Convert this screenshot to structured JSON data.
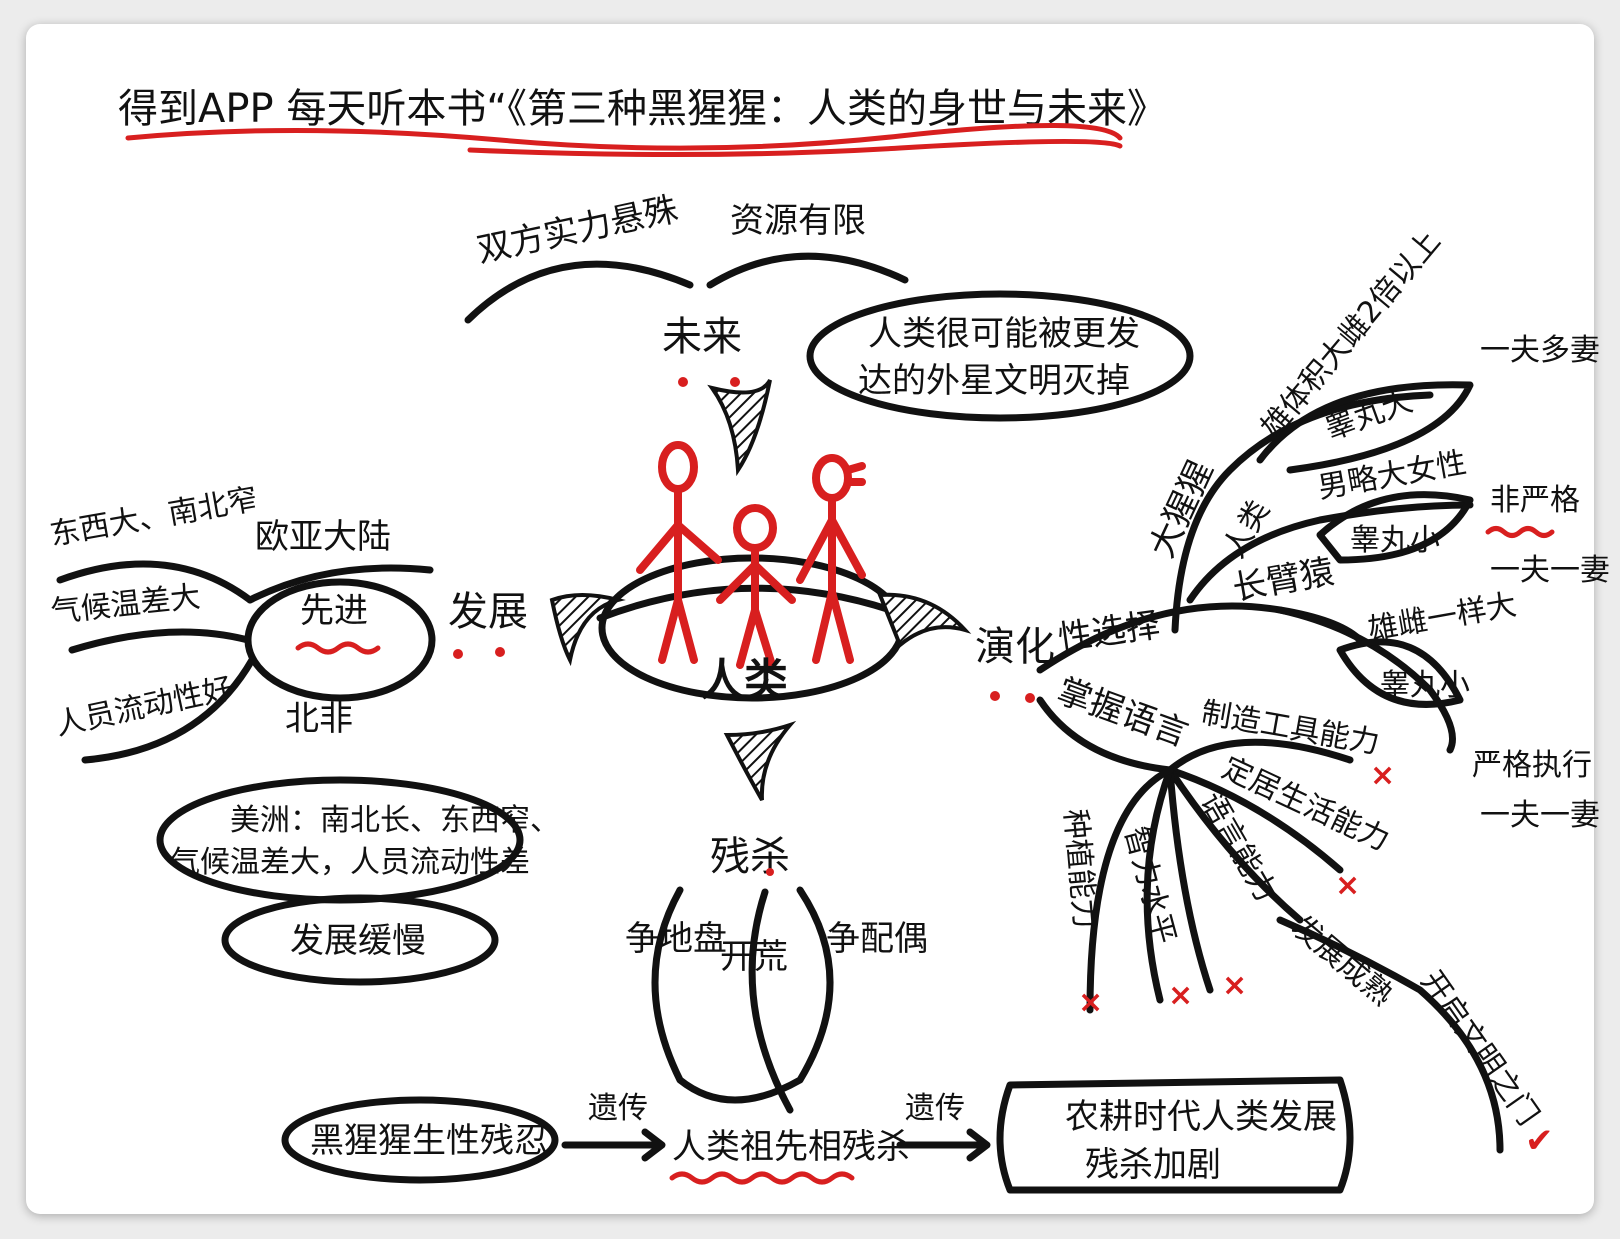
{
  "title": "得到APP 每天听本书“《第三种黑猩猩：人类的身世与未来》",
  "center": "人类",
  "branches": {
    "future": {
      "label": "未来",
      "items": [
        "双方实力悬殊",
        "资源有限"
      ],
      "note": "人类很可能被更发达的外星文明灭掉"
    },
    "development": {
      "label": "发展",
      "advanced": "先进",
      "regions": [
        "欧亚大陆",
        "北非"
      ],
      "reasons": [
        "东西大、南北窄",
        "气候温差大",
        "人员流动性好"
      ],
      "americas": "美洲：南北长、东西窄、气候温差大，人员流动性差",
      "slow": "发展缓慢"
    },
    "killing": {
      "label": "残杀",
      "items": [
        "争地盘",
        "开荒",
        "争配偶"
      ],
      "chain": {
        "start": "黑猩猩生性残忍",
        "arrow1": "遗传",
        "middle": "人类祖先相残杀",
        "arrow2": "遗传",
        "end": "农耕时代人类发展残杀加剧"
      }
    },
    "evolution": {
      "label": "演化",
      "sexual_selection": "性选择",
      "species": [
        {
          "name": "大猩猩",
          "trait": "雄体积大雌2倍以上",
          "testis": "睾丸大",
          "mating": "一夫多妻"
        },
        {
          "name": "人类",
          "trait": "男略大女性",
          "testis": "睾丸小",
          "mating": "非严格一夫一妻"
        },
        {
          "name": "长臂猿",
          "trait": "雄雌一样大",
          "testis": "睾丸小",
          "mating": "严格执行一夫一妻"
        }
      ],
      "language": "掌握语言",
      "abilities": [
        "制造工具能力",
        "定居生活能力",
        "语言能力",
        "智力水平",
        "种植能力"
      ],
      "ability_marks": [
        "×",
        "×",
        "×",
        "×",
        "×"
      ],
      "result": "发展成熟",
      "civilization": "开启文明之门",
      "civ_mark": "✔"
    }
  },
  "colors": {
    "ink": "#111111",
    "accent": "#d81f1f"
  }
}
